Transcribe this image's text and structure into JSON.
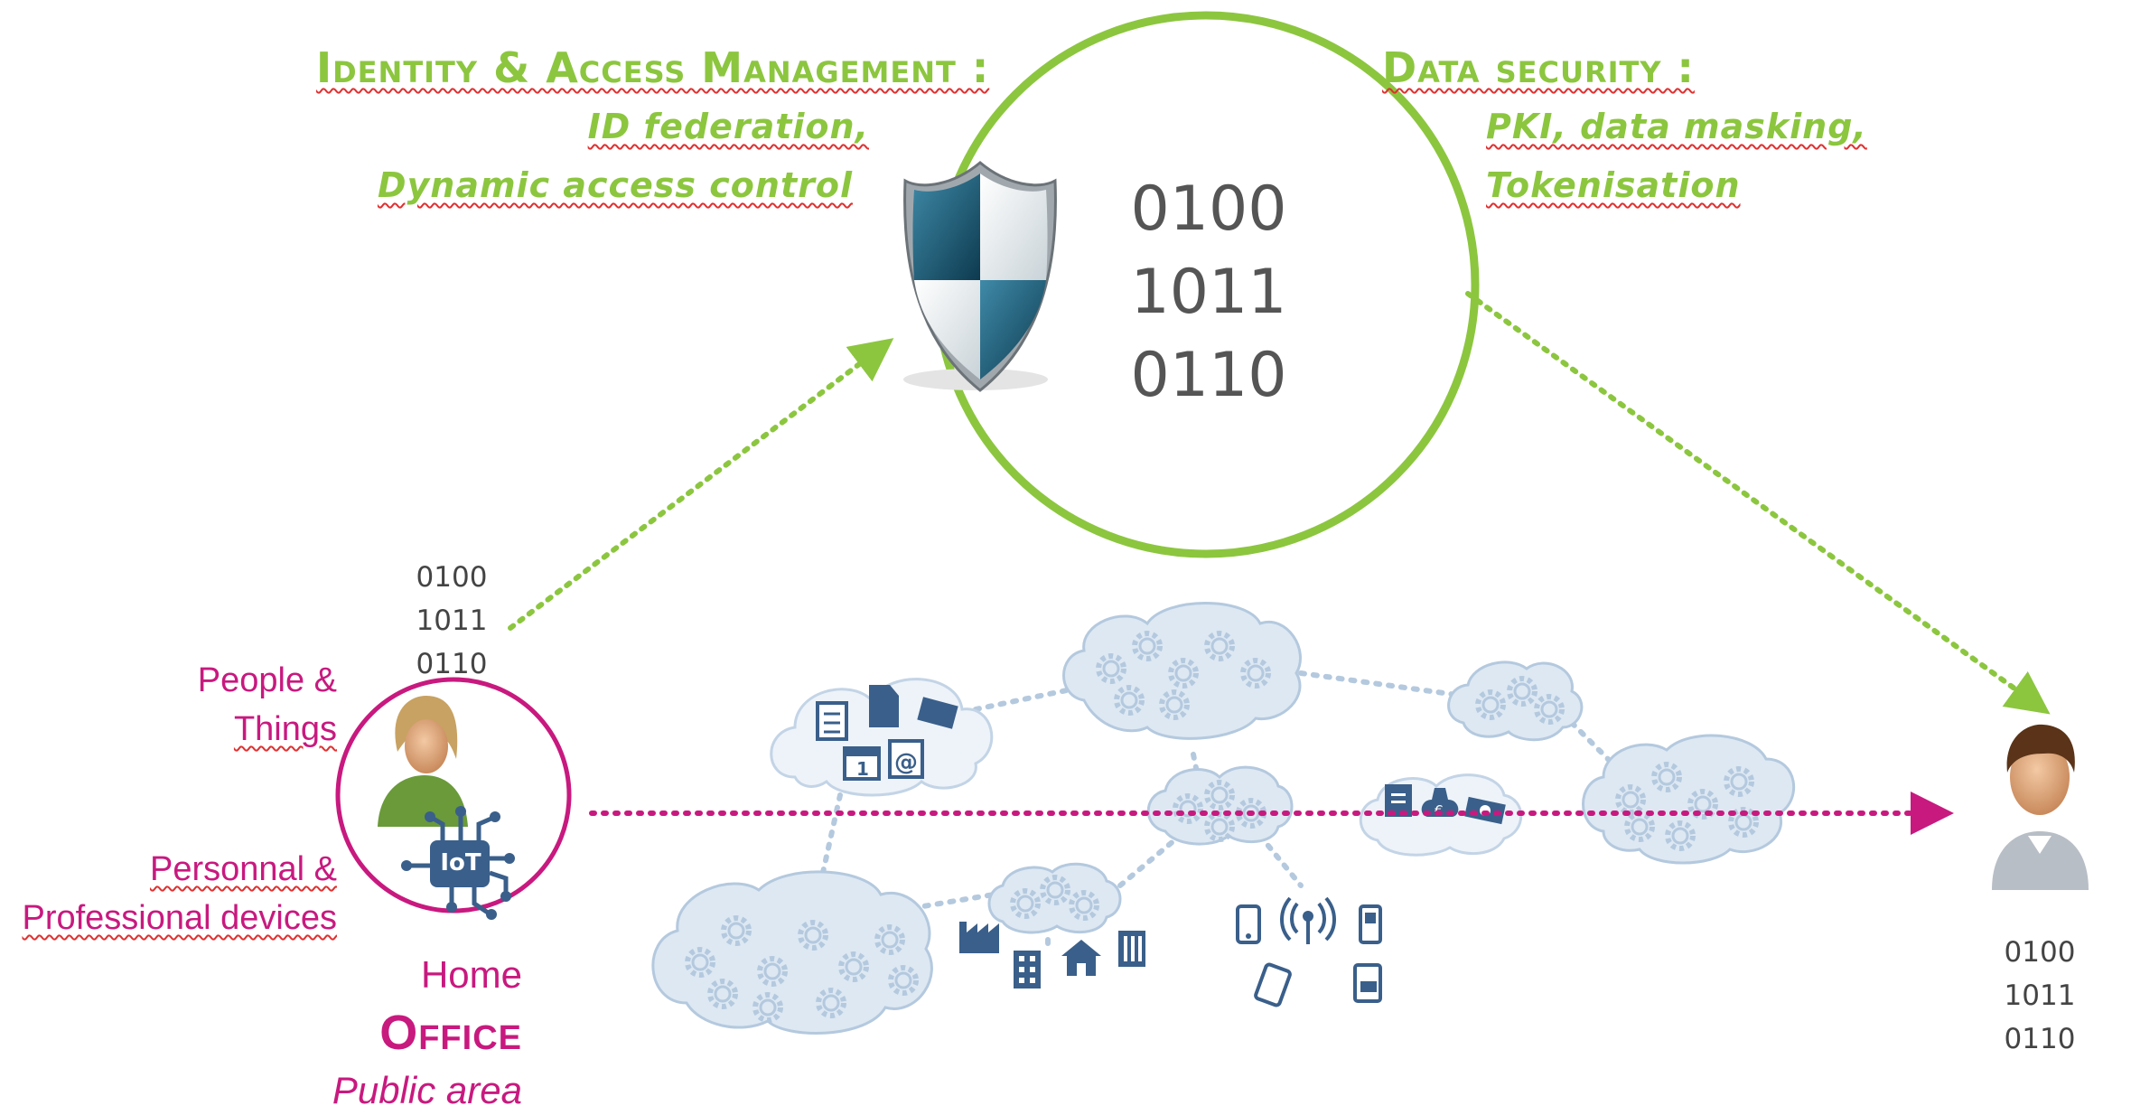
{
  "colors": {
    "green": "#8cc63f",
    "magenta": "#c8197f",
    "cloud_fill": "#dde8f3",
    "cloud_stroke": "#b4c9de",
    "icon_blue": "#3a5f8a",
    "shield_teal": "#1f5f7a"
  },
  "iam": {
    "title": "Identity & Access Management :",
    "line1": "ID federation,",
    "line2": "Dynamic access control"
  },
  "data_security": {
    "title": "Data security :",
    "line1": "PKI, data masking,",
    "line2": "Tokenisation"
  },
  "binary_big": [
    "0100",
    "1011",
    "0110"
  ],
  "binary_left": [
    "0100",
    "1011",
    "0110"
  ],
  "binary_right": [
    "0100",
    "1011",
    "0110"
  ],
  "left_labels": {
    "people_line1": "People &",
    "people_line2": "Things",
    "devices_line1": "Personnal &",
    "devices_line2": "Professional devices",
    "iot": "IoT"
  },
  "locations": {
    "home": "Home",
    "office": "Office",
    "public": "Public area"
  },
  "icons": [
    "shield-icon",
    "person-icon",
    "iot-chip-icon",
    "cloud-gears-icon",
    "document-icon",
    "calendar-icon",
    "at-icon",
    "factory-icon",
    "building-icon",
    "house-icon",
    "smartphone-icon",
    "antenna-icon",
    "tablet-icon",
    "euro-bag-icon",
    "money-icon"
  ]
}
